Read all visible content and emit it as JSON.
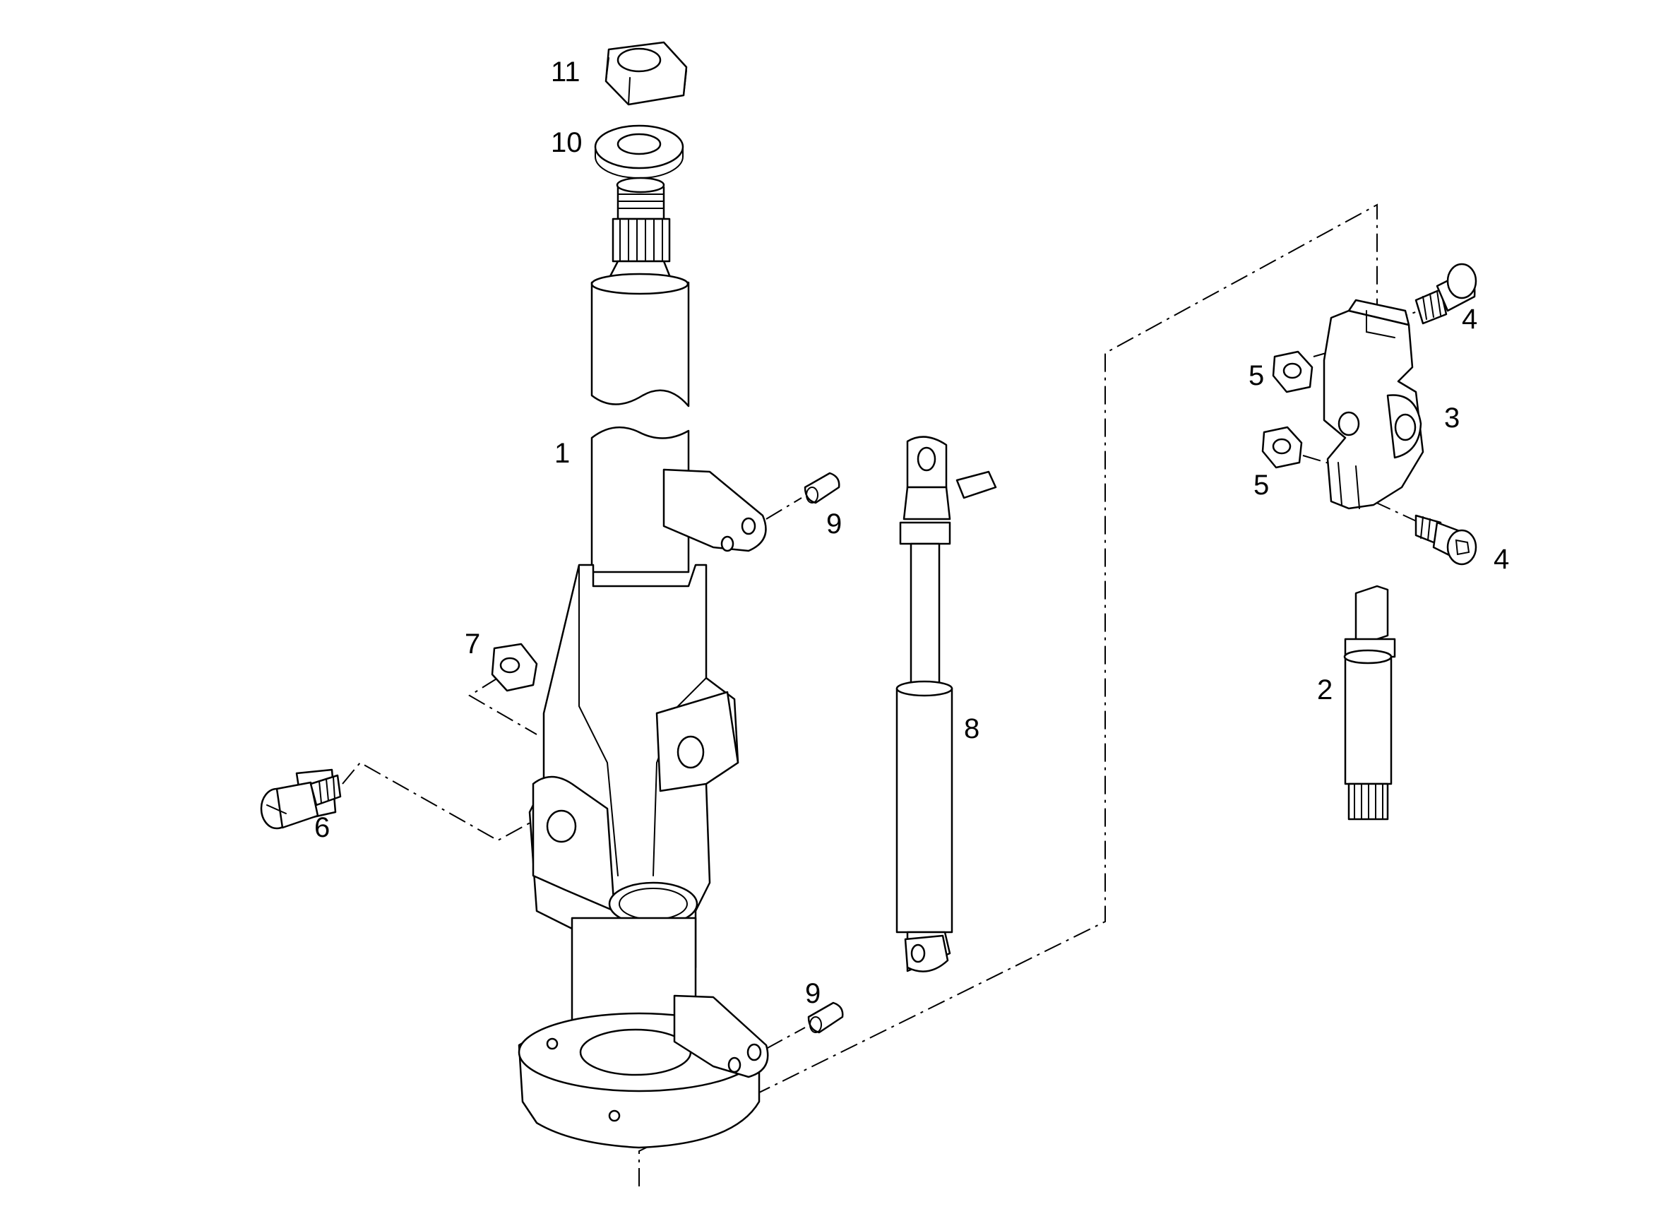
{
  "diagram": {
    "type": "exploded-parts-diagram",
    "line_color": "#000000",
    "background_color": "#ffffff",
    "callouts": [
      {
        "id": "c1",
        "label": "1",
        "part": "steering-column"
      },
      {
        "id": "c2",
        "label": "2",
        "part": "splined-shaft"
      },
      {
        "id": "c3",
        "label": "3",
        "part": "universal-joint"
      },
      {
        "id": "c4a",
        "label": "4",
        "part": "socket-head-screw"
      },
      {
        "id": "c4b",
        "label": "4",
        "part": "socket-head-screw"
      },
      {
        "id": "c5a",
        "label": "5",
        "part": "lock-nut"
      },
      {
        "id": "c5b",
        "label": "5",
        "part": "lock-nut"
      },
      {
        "id": "c6",
        "label": "6",
        "part": "slotted-screw"
      },
      {
        "id": "c7",
        "label": "7",
        "part": "hex-nut"
      },
      {
        "id": "c8",
        "label": "8",
        "part": "gas-spring"
      },
      {
        "id": "c9a",
        "label": "9",
        "part": "pin"
      },
      {
        "id": "c9b",
        "label": "9",
        "part": "pin"
      },
      {
        "id": "c10",
        "label": "10",
        "part": "washer"
      },
      {
        "id": "c11",
        "label": "11",
        "part": "hex-nut"
      }
    ]
  }
}
